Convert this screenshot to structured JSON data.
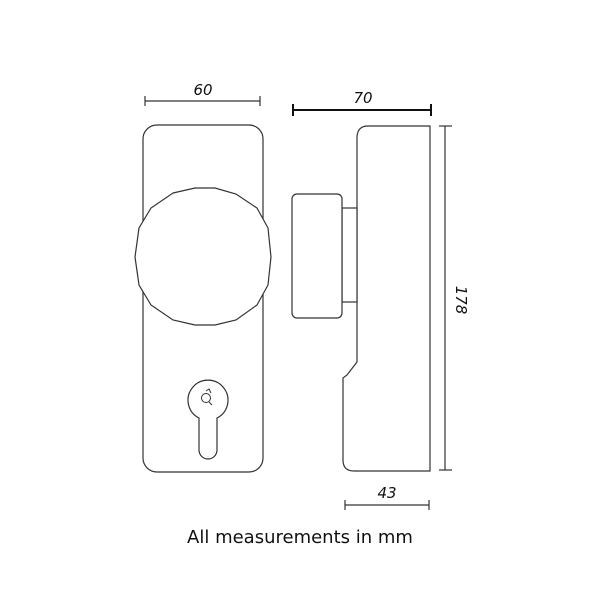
{
  "diagram": {
    "title": "Door knob / escutcheon dimension drawing",
    "colors": {
      "line": "#333333",
      "dimension_line": "#111111",
      "background": "#ffffff"
    },
    "views": [
      {
        "name": "front-view",
        "parts": [
          "backplate",
          "knob",
          "euro-cylinder-keyhole"
        ]
      },
      {
        "name": "side-view",
        "parts": [
          "body",
          "knob-profile",
          "knob-neck"
        ]
      }
    ],
    "dimensions": {
      "front_width": {
        "value": "60",
        "unit": "mm"
      },
      "side_depth": {
        "value": "70",
        "unit": "mm"
      },
      "height": {
        "value": "178",
        "unit": "mm"
      },
      "body_depth": {
        "value": "43",
        "unit": "mm"
      }
    }
  },
  "caption": "All measurements in mm"
}
